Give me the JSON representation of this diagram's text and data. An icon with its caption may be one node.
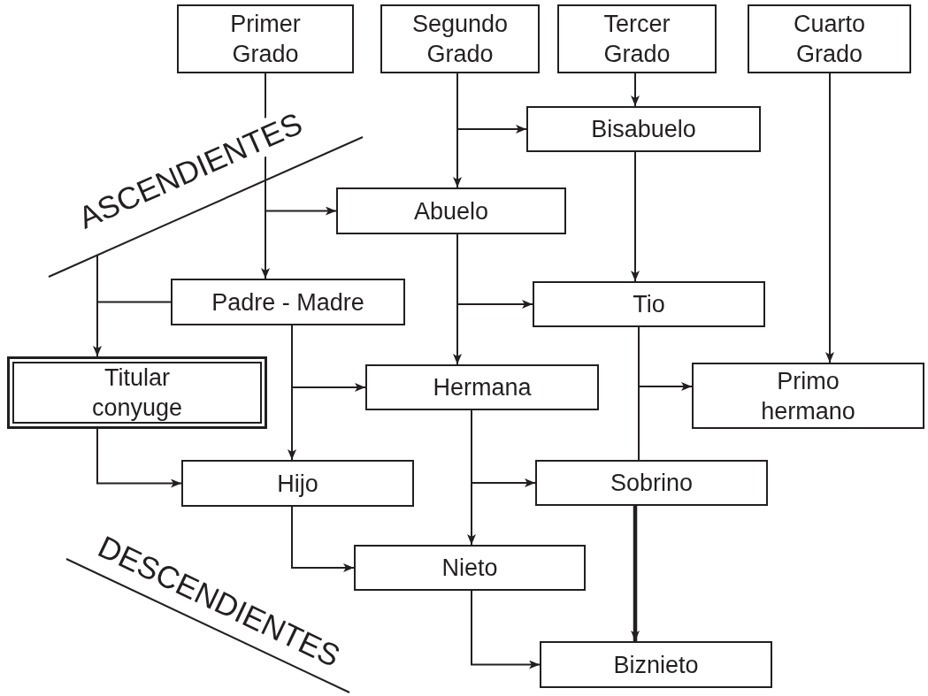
{
  "diagram": {
    "nodes": [
      {
        "text": [
          "Primer Grado"
        ]
      },
      {
        "text": [
          "Segundo Grado"
        ]
      },
      {
        "text": [
          "Tercer Grado"
        ]
      },
      {
        "text": [
          "Cuarto Grado"
        ]
      },
      {
        "text": [
          "Bisabuelo"
        ]
      },
      {
        "text": [
          "Abuelo"
        ]
      },
      {
        "text": [
          "Padre - Madre"
        ]
      },
      {
        "text": [
          "Tio"
        ]
      },
      {
        "text": [
          "Titular conyuge"
        ]
      },
      {
        "text": [
          "Hermana"
        ]
      },
      {
        "text": [
          "Primo hermano"
        ]
      },
      {
        "text": [
          "Hijo"
        ]
      },
      {
        "text": [
          "Sobrino"
        ]
      },
      {
        "text": [
          "Nieto"
        ]
      },
      {
        "text": [
          "Biznieto"
        ]
      }
    ],
    "edges": [
      {
        "from": 0,
        "to": 6,
        "arrow": "to"
      },
      {
        "from": 0,
        "to": 5,
        "arrow": "to"
      },
      {
        "from": 1,
        "to": 5,
        "arrow": "to"
      },
      {
        "from": 1,
        "to": 4,
        "arrow": "to"
      },
      {
        "from": 2,
        "to": 4,
        "arrow": "to"
      },
      {
        "from": 3,
        "to": 10,
        "arrow": "to"
      },
      {
        "from": 4,
        "to": 7,
        "arrow": "to"
      },
      {
        "from": 5,
        "to": 9,
        "arrow": "to"
      },
      {
        "from": 5,
        "to": 7,
        "arrow": "to"
      },
      {
        "from": 6,
        "to": 8,
        "arrow": "to"
      },
      {
        "from": 6,
        "to": 11,
        "arrow": "to"
      },
      {
        "from": 6,
        "to": 9,
        "arrow": "to"
      },
      {
        "from": 7,
        "to": 10,
        "arrow": "to"
      },
      {
        "from": 7,
        "to": 12,
        "arrow": "none"
      },
      {
        "from": 9,
        "to": 13,
        "arrow": "to"
      },
      {
        "from": 9,
        "to": 12,
        "arrow": "to"
      },
      {
        "from": 8,
        "to": 11,
        "arrow": "to"
      },
      {
        "from": 11,
        "to": 13,
        "arrow": "to"
      },
      {
        "from": 13,
        "to": 14,
        "arrow": "to"
      },
      {
        "from": 12,
        "to": 14,
        "arrow": "to",
        "style": "thick"
      }
    ],
    "labels": [
      "ASCENDIENTES",
      "DESCENDIENTES"
    ]
  }
}
